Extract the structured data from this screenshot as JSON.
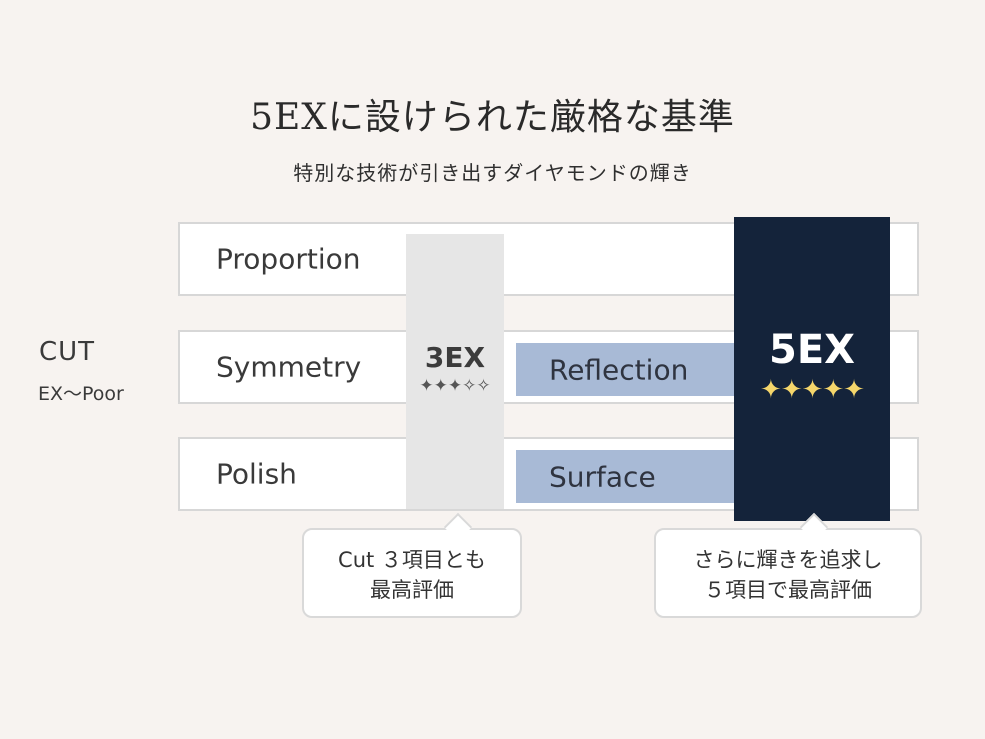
{
  "header": {
    "title": "5EXに設けられた厳格な基準",
    "subtitle": "特別な技術が引き出すダイヤモンドの輝き"
  },
  "side": {
    "label": "CUT",
    "sublabel": "EX〜Poor"
  },
  "rows": [
    {
      "label": "Proportion"
    },
    {
      "label": "Symmetry"
    },
    {
      "label": "Polish"
    }
  ],
  "grade_3ex": {
    "label": "3EX",
    "stars": "✦✦✦✧✧",
    "callout_line1": "Cut ３項目とも",
    "callout_line2": "最高評価"
  },
  "extra_items": [
    {
      "label": "Reflection"
    },
    {
      "label": "Surface"
    }
  ],
  "grade_5ex": {
    "label": "5EX",
    "stars": "✦✦✦✦✦",
    "callout_line1": "さらに輝きを追求し",
    "callout_line2": "５項目で最高評価"
  },
  "colors": {
    "background": "#f7f3f0",
    "grade_3ex_column": "#e6e6e6",
    "grade_5ex_column": "#14233a",
    "extra_bar": "#a8bad6",
    "star_gold": "#f5d66b"
  }
}
